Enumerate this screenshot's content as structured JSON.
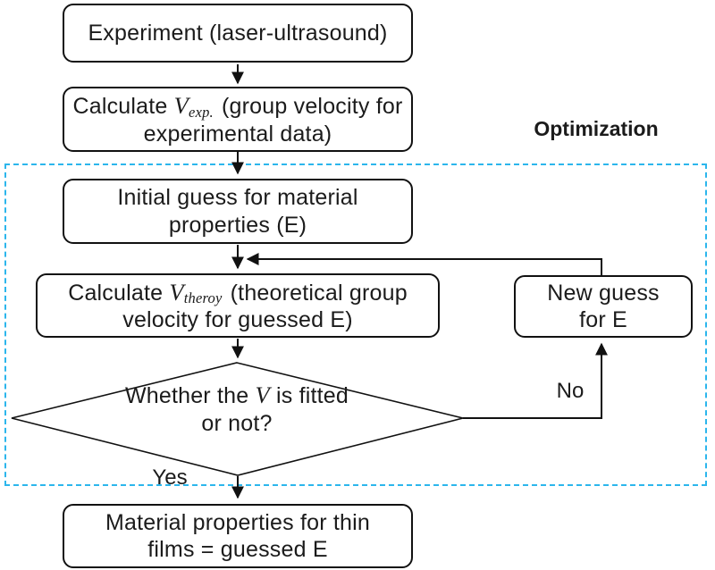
{
  "nodes": {
    "experiment": {
      "text": "Experiment (laser-ultrasound)"
    },
    "calc_exp": {
      "prefix": "Calculate ",
      "var": "V",
      "sub": "exp.",
      "suffix": " (group velocity for experimental data)"
    },
    "initial_guess": {
      "text": "Initial guess for material properties (E)"
    },
    "calc_theory": {
      "prefix": "Calculate ",
      "var": "V",
      "sub": "theroy",
      "suffix": " (theoretical group velocity for guessed E)"
    },
    "new_guess": {
      "text": "New guess for E"
    },
    "decision": {
      "prefix": "Whether the ",
      "var": "V",
      "suffix": " is fitted or not?"
    },
    "result": {
      "text": "Material properties for thin films = guessed E"
    }
  },
  "labels": {
    "optimization": "Optimization",
    "yes": "Yes",
    "no": "No"
  },
  "colors": {
    "stroke": "#111111",
    "dashed_border": "#2cb6ec",
    "text": "#1b1b1b",
    "bg": "#ffffff"
  }
}
